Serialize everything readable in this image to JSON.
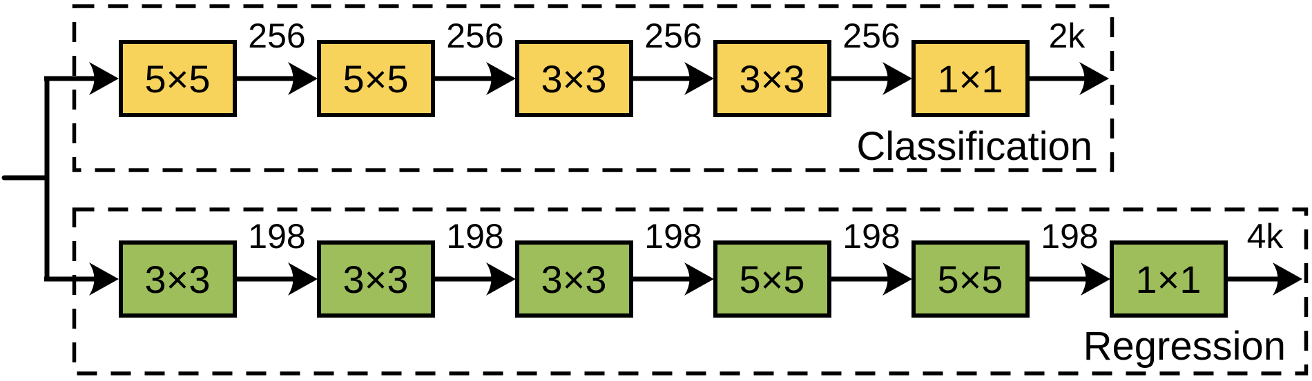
{
  "figure": {
    "title": "Two-branch detection head diagram",
    "line_color": "#000000",
    "branches": [
      {
        "name": "classification",
        "branch_label": "Classification",
        "box_color": "#F8D35B",
        "boxes": [
          {
            "label": "5×5"
          },
          {
            "label": "5×5"
          },
          {
            "label": "3×3"
          },
          {
            "label": "3×3"
          },
          {
            "label": "1×1"
          }
        ],
        "channel_labels": [
          "256",
          "256",
          "256",
          "256"
        ],
        "output_label": "2k"
      },
      {
        "name": "regression",
        "branch_label": "Regression",
        "box_color": "#9DBE5B",
        "boxes": [
          {
            "label": "3×3"
          },
          {
            "label": "3×3"
          },
          {
            "label": "3×3"
          },
          {
            "label": "5×5"
          },
          {
            "label": "5×5"
          },
          {
            "label": "1×1"
          }
        ],
        "channel_labels": [
          "198",
          "198",
          "198",
          "198",
          "198"
        ],
        "output_label": "4k"
      }
    ]
  }
}
